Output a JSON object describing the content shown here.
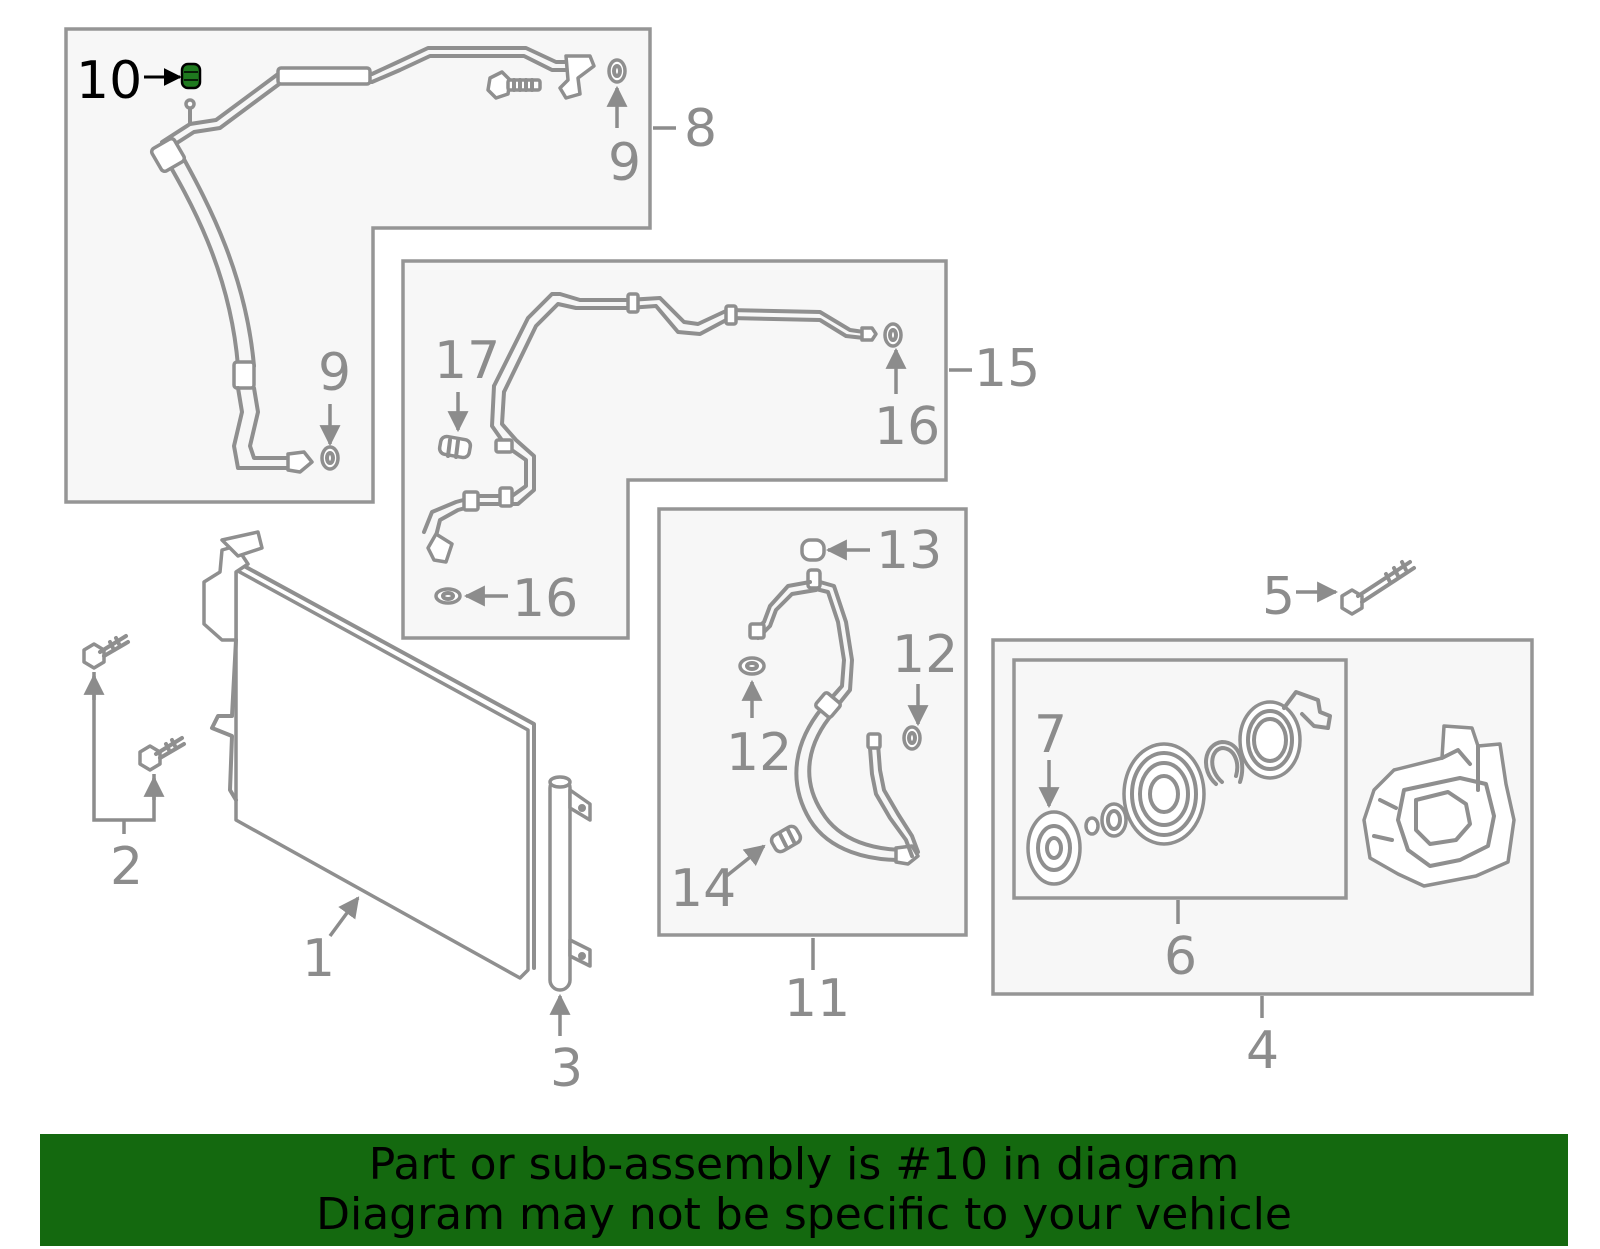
{
  "banner": {
    "line1": "Part or sub-assembly is #10 in diagram",
    "line2": "Diagram may not be specific to your vehicle"
  },
  "callouts": {
    "c1": "1",
    "c2": "2",
    "c3": "3",
    "c4": "4",
    "c5": "5",
    "c6": "6",
    "c7": "7",
    "c8": "8",
    "c9a": "9",
    "c9b": "9",
    "c10": "10",
    "c11": "11",
    "c12a": "12",
    "c12b": "12",
    "c13": "13",
    "c14": "14",
    "c15": "15",
    "c16a": "16",
    "c16b": "16",
    "c17": "17"
  },
  "highlighted_part": "10",
  "colors": {
    "banner": "#14690f",
    "highlight": "#1f7a1f",
    "line": "#8f8f8f",
    "panel": "#f7f7f7"
  }
}
